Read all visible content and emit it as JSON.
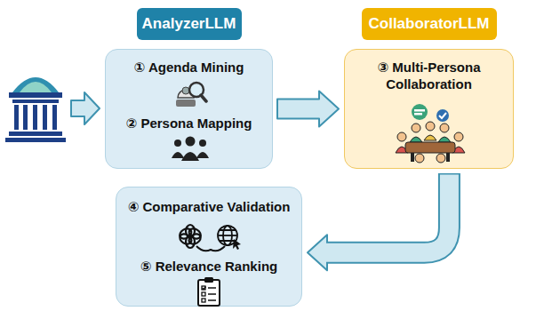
{
  "diagram": {
    "nodes": [
      {
        "text": [
          "AnalyzerLLM",
          "① Agenda Mining",
          "② Persona Mapping"
        ]
      },
      {
        "text": [
          "CollaboratorLLM",
          "③ Multi-Persona Collaboration"
        ]
      },
      {
        "text": [
          "④ Comparative Validation",
          "⑤ Relevance Ranking"
        ]
      }
    ],
    "edges": [
      {
        "from": 0,
        "to": 1,
        "arrow": "to"
      },
      {
        "from": 1,
        "to": 2,
        "arrow": "to"
      }
    ]
  }
}
